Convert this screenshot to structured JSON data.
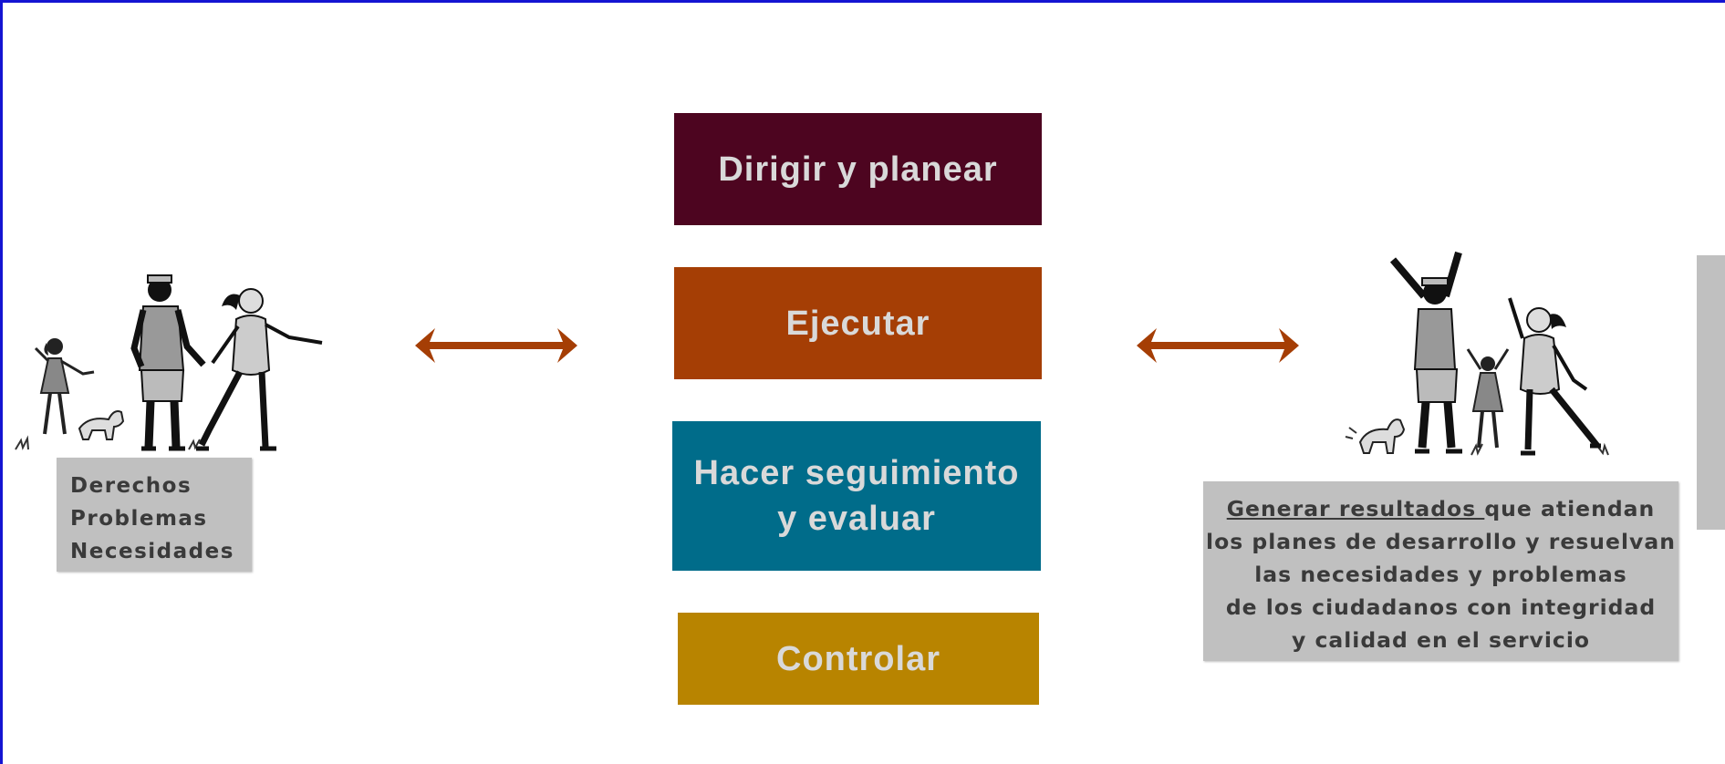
{
  "stages": [
    {
      "label": "Dirigir y planear",
      "color": "#4d0520"
    },
    {
      "label": "Ejecutar",
      "color": "#a53e05"
    },
    {
      "label": "Hacer seguimiento y evaluar",
      "line1": "Hacer seguimiento",
      "line2": "y evaluar",
      "color": "#006c8a"
    },
    {
      "label": "Controlar",
      "color": "#b88400"
    }
  ],
  "needs": {
    "items": [
      "Derechos",
      "Problemas",
      "Necesidades"
    ]
  },
  "results": {
    "strong": "Generar resultados ",
    "line1_rest": "que atiendan",
    "line2": "los planes de desarrollo y resuelvan",
    "line3": "las necesidades y problemas",
    "line4": "de los ciudadanos con integridad",
    "line5": "y calidad en el servicio"
  },
  "colors": {
    "arrow": "#a53e05",
    "label_bg": "#c0c0c0",
    "frame_border": "#1414d2",
    "box_text": "#d9d9d9"
  },
  "icons": {
    "left_people": "family-walking-icon",
    "right_people": "family-celebrating-icon",
    "arrows": "double-headed-arrow-icon"
  }
}
